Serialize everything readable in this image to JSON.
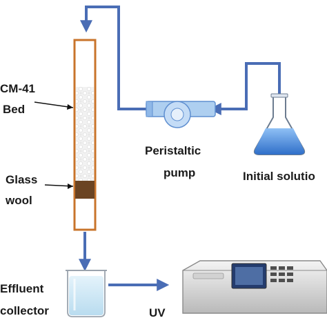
{
  "labels": {
    "bed_line1": "CM-41",
    "bed_line2": "Bed",
    "glass_line1": "Glass",
    "glass_line2": "wool",
    "pump_line1": "Peristaltic",
    "pump_line2": "pump",
    "solution": "Initial solutio",
    "effluent_line1": "Effluent",
    "effluent_line2": "collector",
    "uv": "UV"
  },
  "colors": {
    "tubing": "#4a6db5",
    "column_frame": "#c8742b",
    "glass_wool": "#6b4423",
    "solution": "#3f7fd4"
  }
}
